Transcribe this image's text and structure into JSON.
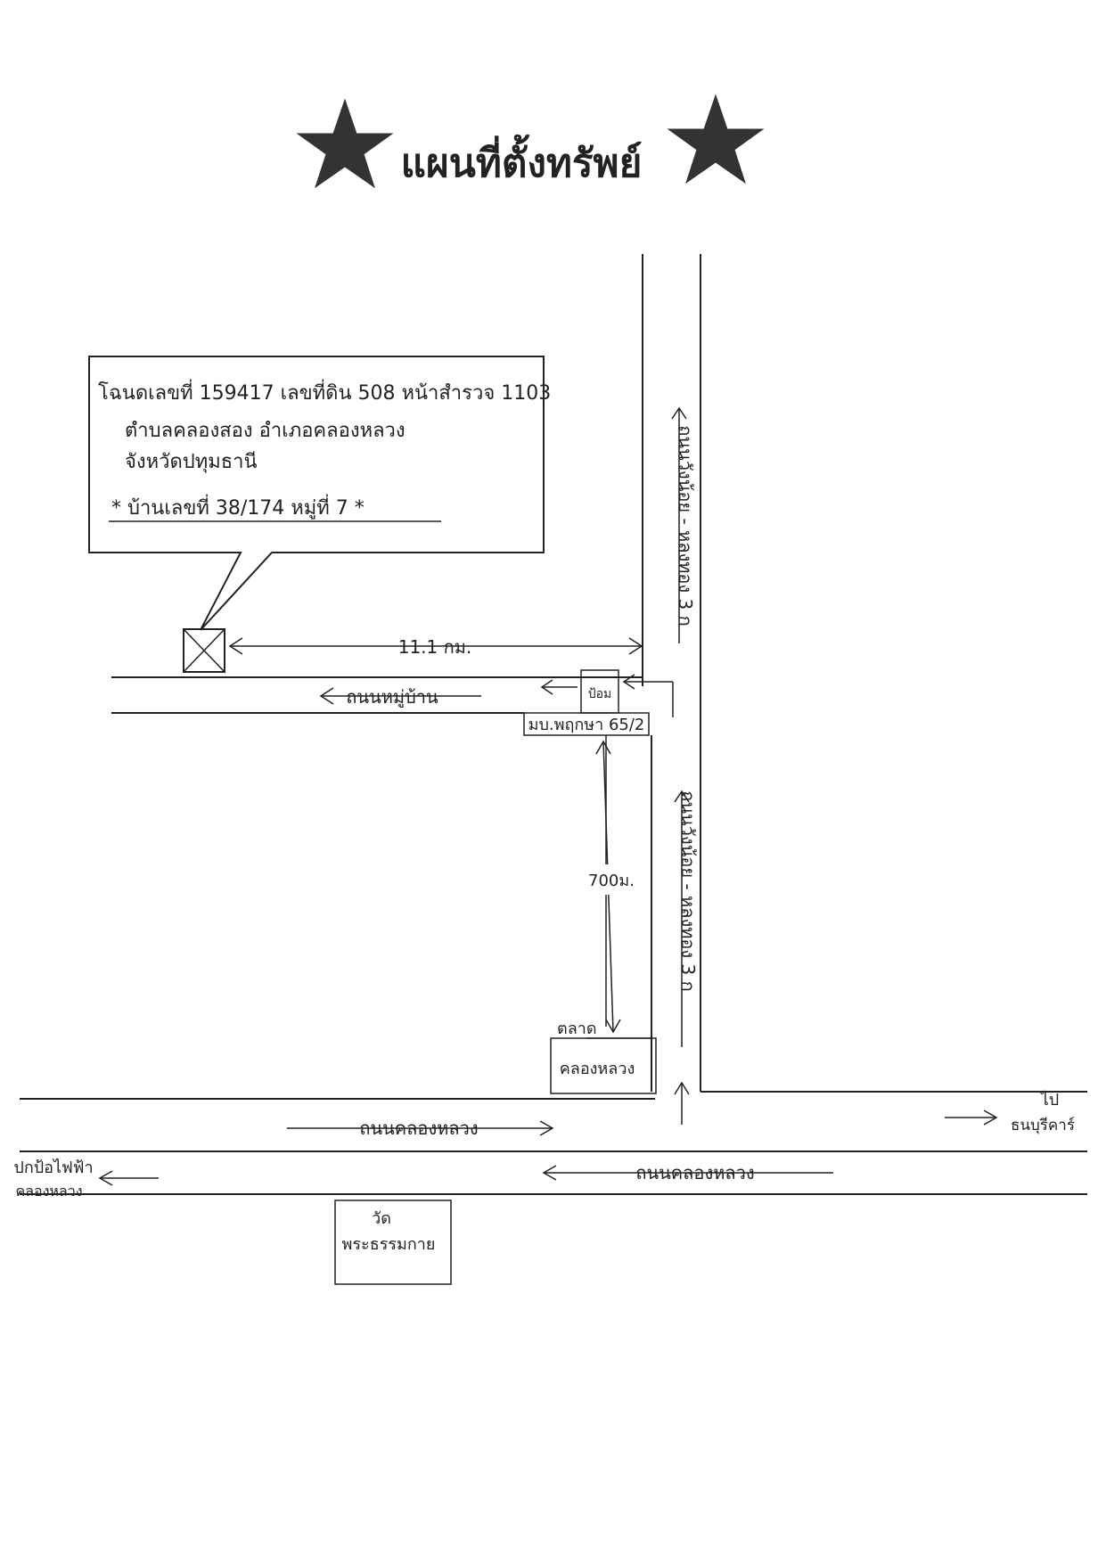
{
  "title": "แผนที่ตั้งทรัพย์",
  "colors": {
    "ink": "#222222",
    "paper": "#ffffff"
  },
  "icons": {
    "title_left": "star-icon",
    "title_right": "star-icon",
    "property": "crossed-box-icon"
  },
  "property_info": {
    "line1": "โฉนดเลขที่ 159417   เลขที่ดิน 508 หน้าสำรวจ 1103",
    "line2": "ตำบลคลองสอง   อำเภอคลองหลวง",
    "line3": "จังหวัดปทุมธานี",
    "line4": "* บ้านเลขที่ 38/174  หมู่ที่ 7  *"
  },
  "labels": {
    "distance_property": "11.1 กม.",
    "village_road": "ถนนหมู่บ้าน",
    "guard_box": "ป้อม",
    "village_name": "มบ.พฤกษา 65/2",
    "distance_market": "700ม.",
    "market_label": "ตลาด",
    "market_name": "คลองหลวง",
    "main_road_upper": "ถนนคลองหลวง",
    "main_road_lower": "ถนนคลองหลวง",
    "to_right_line1": "ไป",
    "to_right_line2": "ธนบุรีคาร์",
    "to_left_line1": "ปกป้อไฟฟ้า",
    "to_left_line2": "คลองหลวง",
    "temple_line1": "วัด",
    "temple_line2": "พระธรรมกาย",
    "vertical_road_upper": "ถนนวังน้อย - หลงทอง 3 ก",
    "vertical_road_lower": "ถนนวังน้อย - หลงทอง 3 ก"
  }
}
